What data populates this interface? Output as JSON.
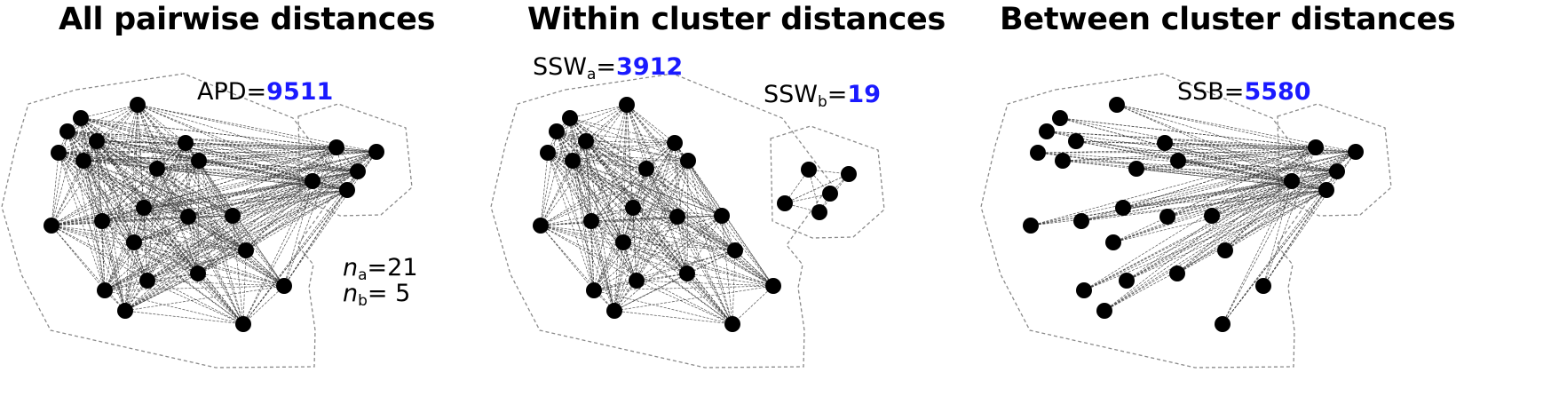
{
  "style": {
    "value_color": "#1a1aff",
    "point_color": "#000000",
    "hull_color": "#8a8a8a",
    "edge_color": "#333333"
  },
  "panels": [
    {
      "title": "All pairwise distances",
      "stat_label": "APD=",
      "stat_value": "9511"
    },
    {
      "title": "Within cluster distances",
      "stat_a_label": "SSW",
      "stat_a_sub": "a",
      "stat_a_eq": "=",
      "stat_a_value": "3912",
      "stat_b_label": "SSW",
      "stat_b_sub": "b",
      "stat_b_eq": "=",
      "stat_b_value": "19"
    },
    {
      "title": "Between cluster distances",
      "stat_label": "SSB=",
      "stat_value": "5580"
    }
  ],
  "counts": {
    "na_symbol": "n",
    "na_sub": "a",
    "na_value": "=21",
    "nb_symbol": "n",
    "nb_sub": "b",
    "nb_value": "= 5"
  }
}
